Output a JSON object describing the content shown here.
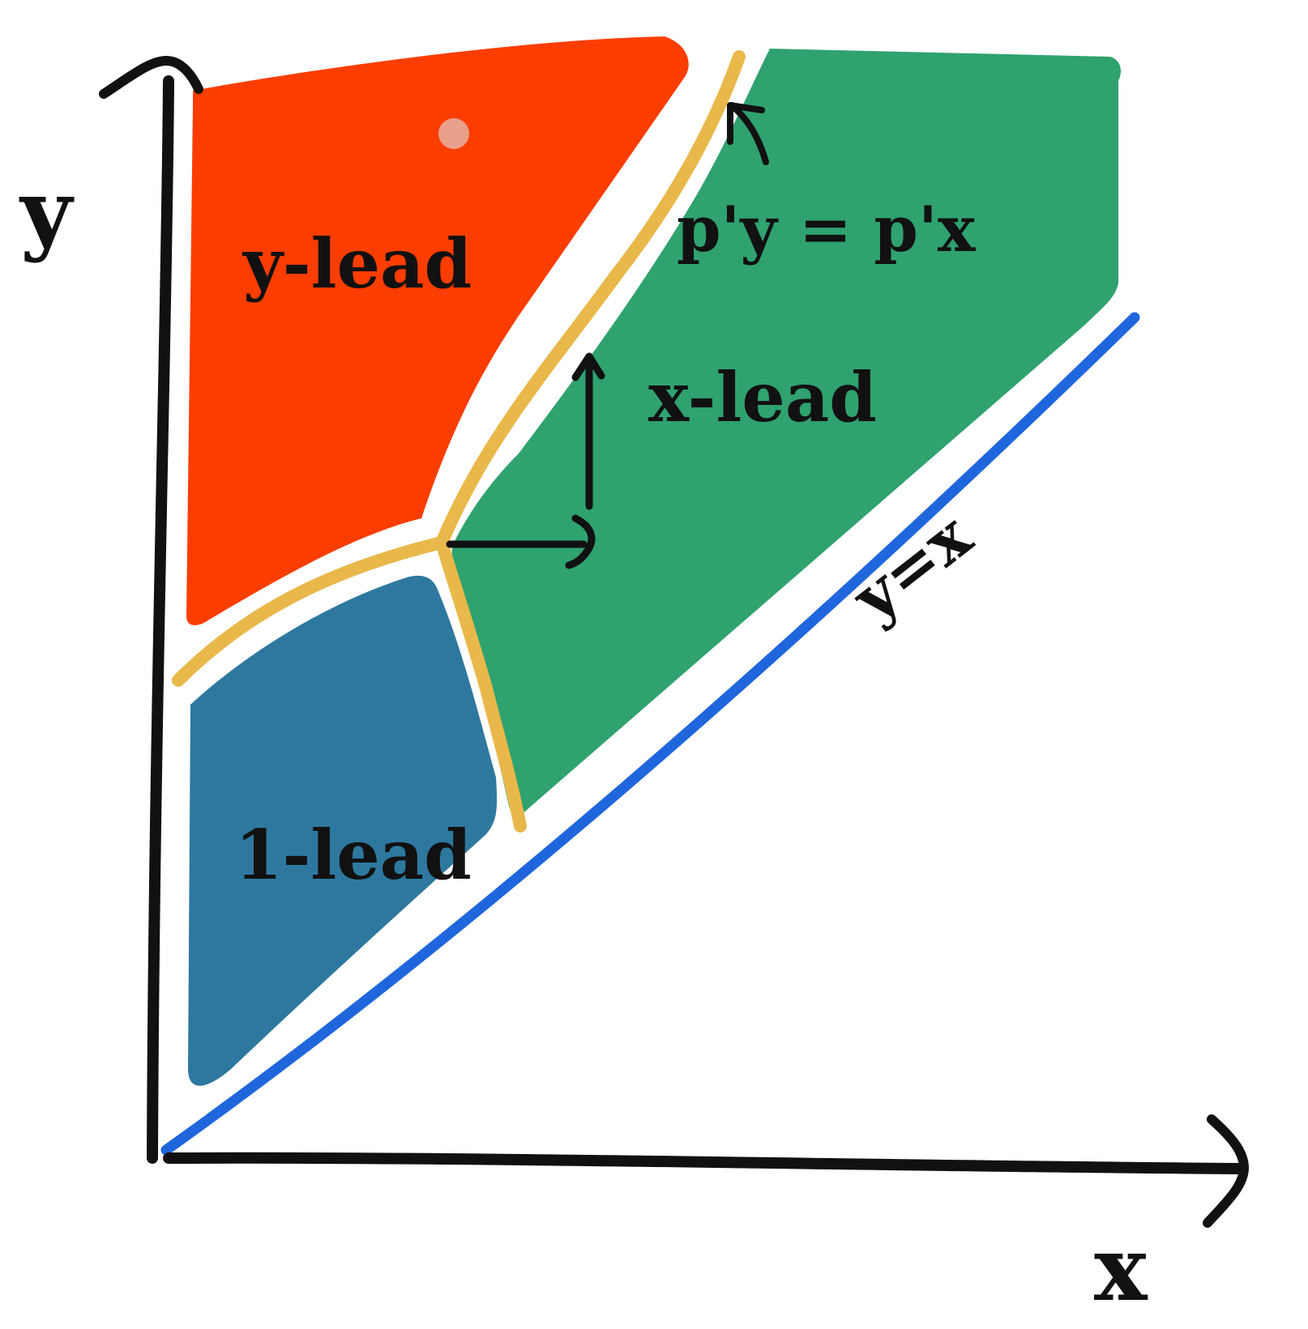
{
  "labels": {
    "y_lead": "y-lead",
    "x_lead": "x-lead",
    "one_lead": "1-lead",
    "formula": "p'y = p'x",
    "diagonal": "y=x",
    "x_axis": "x",
    "y_axis": "y"
  },
  "colors": {
    "y_lead_region": "#fc3d00",
    "x_lead_region": "#2fa26f",
    "one_lead_region": "#2e789f",
    "boundary": "#e9b84a",
    "diagonal_line": "#1f66dd",
    "ink": "#111111",
    "highlight_dot": "#e8a08a"
  }
}
